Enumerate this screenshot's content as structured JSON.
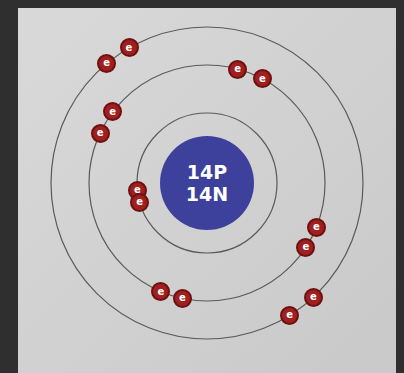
{
  "diagram": {
    "nodes": [
      {
        "text": [
          "e"
        ]
      },
      {
        "text": [
          "e"
        ]
      },
      {
        "text": [
          "e"
        ]
      },
      {
        "text": [
          "e"
        ]
      },
      {
        "text": [
          "e"
        ]
      },
      {
        "text": [
          "e"
        ]
      },
      {
        "text": [
          "14P",
          "14N"
        ]
      },
      {
        "text": [
          "e"
        ]
      },
      {
        "text": [
          "e"
        ]
      },
      {
        "text": [
          "e"
        ]
      },
      {
        "text": [
          "e"
        ]
      },
      {
        "text": [
          "e"
        ]
      },
      {
        "text": [
          "e"
        ]
      },
      {
        "text": [
          "e"
        ]
      },
      {
        "text": [
          "e"
        ]
      }
    ]
  }
}
